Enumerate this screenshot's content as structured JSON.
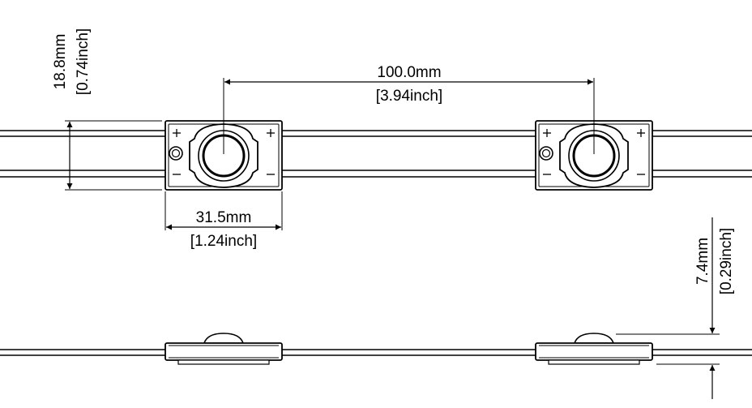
{
  "diagram": {
    "dimensions": {
      "pitch": {
        "mm": "100.0mm",
        "inch": "[3.94inch]"
      },
      "module_width": {
        "mm": "31.5mm",
        "inch": "[1.24inch]"
      },
      "module_height": {
        "mm": "18.8mm",
        "inch": "[0.74inch]"
      },
      "module_thickness": {
        "mm": "7.4mm",
        "inch": "[0.29inch]"
      }
    },
    "polarity_marks": {
      "plus": "+",
      "minus": "−"
    },
    "colors": {
      "line": "#000000",
      "background": "#ffffff",
      "lens": "#cfcfcf"
    }
  }
}
